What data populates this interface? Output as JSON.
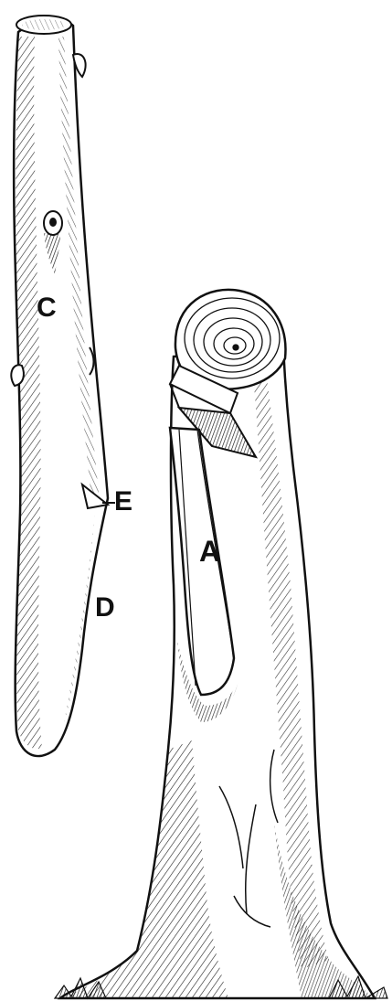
{
  "labels": {
    "c": "C",
    "e": "E",
    "d": "D",
    "a": "A"
  },
  "colors": {
    "ink": "#111111",
    "paper": "#ffffff"
  }
}
